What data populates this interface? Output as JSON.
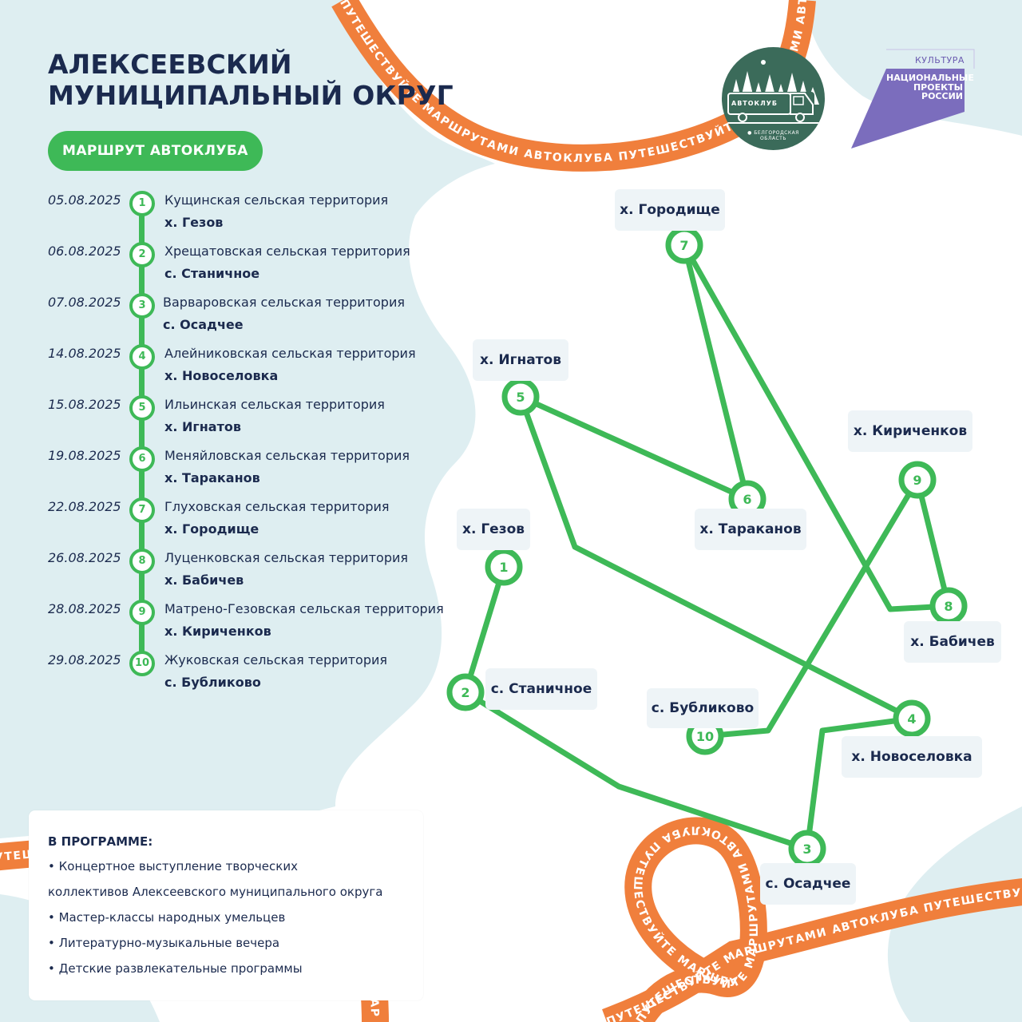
{
  "header": {
    "title_line1": "АЛЕКСЕЕВСКИЙ",
    "title_line2": "МУНИЦИПАЛЬНЫЙ ОКРУГ",
    "route_label": "МАРШРУТ АВТОКЛУБА"
  },
  "logos": {
    "avtoclub_name": "АВТОКЛУБ",
    "avtoclub_region_line1": "БЕЛГОРОДСКАЯ",
    "avtoclub_region_line2": "ОБЛАСТЬ",
    "np_top": "КУЛЬТУРА",
    "np_line1": "НАЦИОНАЛЬНЫЕ",
    "np_line2": "ПРОЕКТЫ",
    "np_line3": "РОССИИ"
  },
  "ribbon_text": "ПУТЕШЕСТВУЙТЕ МАРШРУТАМИ АВТОКЛУБА ",
  "schedule": [
    {
      "date": "05.08.2025",
      "num": "1",
      "territory": "Кущинская сельская территория",
      "village": "х. Гезов"
    },
    {
      "date": "06.08.2025",
      "num": "2",
      "territory": "Хрещатовская сельская территория",
      "village": "с. Станичное"
    },
    {
      "date": "07.08.2025",
      "num": "3",
      "territory": "Варваровская сельская территория",
      "village": "с. Осадчее"
    },
    {
      "date": "14.08.2025",
      "num": "4",
      "territory": "Алейниковская сельская территория",
      "village": "х. Новоселовка"
    },
    {
      "date": "15.08.2025",
      "num": "5",
      "territory": "Ильинская сельская территория",
      "village": "х. Игнатов"
    },
    {
      "date": "19.08.2025",
      "num": "6",
      "territory": "Меняйловская сельская территория",
      "village": "х. Тараканов"
    },
    {
      "date": "22.08.2025",
      "num": "7",
      "territory": "Глуховская сельская территория",
      "village": "х. Городище"
    },
    {
      "date": "26.08.2025",
      "num": "8",
      "territory": "Луценковская сельская территория",
      "village": "х. Бабичев"
    },
    {
      "date": "28.08.2025",
      "num": "9",
      "territory": "Матрено-Гезовская сельская территория",
      "village": "х. Кириченков"
    },
    {
      "date": "29.08.2025",
      "num": "10",
      "territory": "Жуковская сельская территория",
      "village": "с. Бубликово"
    }
  ],
  "map_labels": [
    {
      "num": "1",
      "text": "х. Гезов"
    },
    {
      "num": "2",
      "text": "с. Станичное"
    },
    {
      "num": "3",
      "text": "с. Осадчее"
    },
    {
      "num": "4",
      "text": "х. Новоселовка"
    },
    {
      "num": "5",
      "text": "х. Игнатов"
    },
    {
      "num": "6",
      "text": "х. Тараканов"
    },
    {
      "num": "7",
      "text": "х. Городище"
    },
    {
      "num": "8",
      "text": "х. Бабичев"
    },
    {
      "num": "9",
      "text": "х. Кириченков"
    },
    {
      "num": "10",
      "text": "с. Бубликово"
    }
  ],
  "program": {
    "heading": "В ПРОГРАММЕ:",
    "items": [
      "• Концертное выступление творческих",
      "коллективов Алексеевского муниципального округа",
      "• Мастер-классы народных умельцев",
      "• Литературно-музыкальные вечера",
      "• Детские развлекательные программы"
    ]
  },
  "colors": {
    "accent_green": "#3eb957",
    "ribbon_orange": "#f07f3c",
    "navy": "#1b2a4e",
    "land": "#deeef1",
    "label_bg": "#eef4f7",
    "np_purple": "#7b6dbd",
    "logo_green": "#3b6b5a"
  }
}
